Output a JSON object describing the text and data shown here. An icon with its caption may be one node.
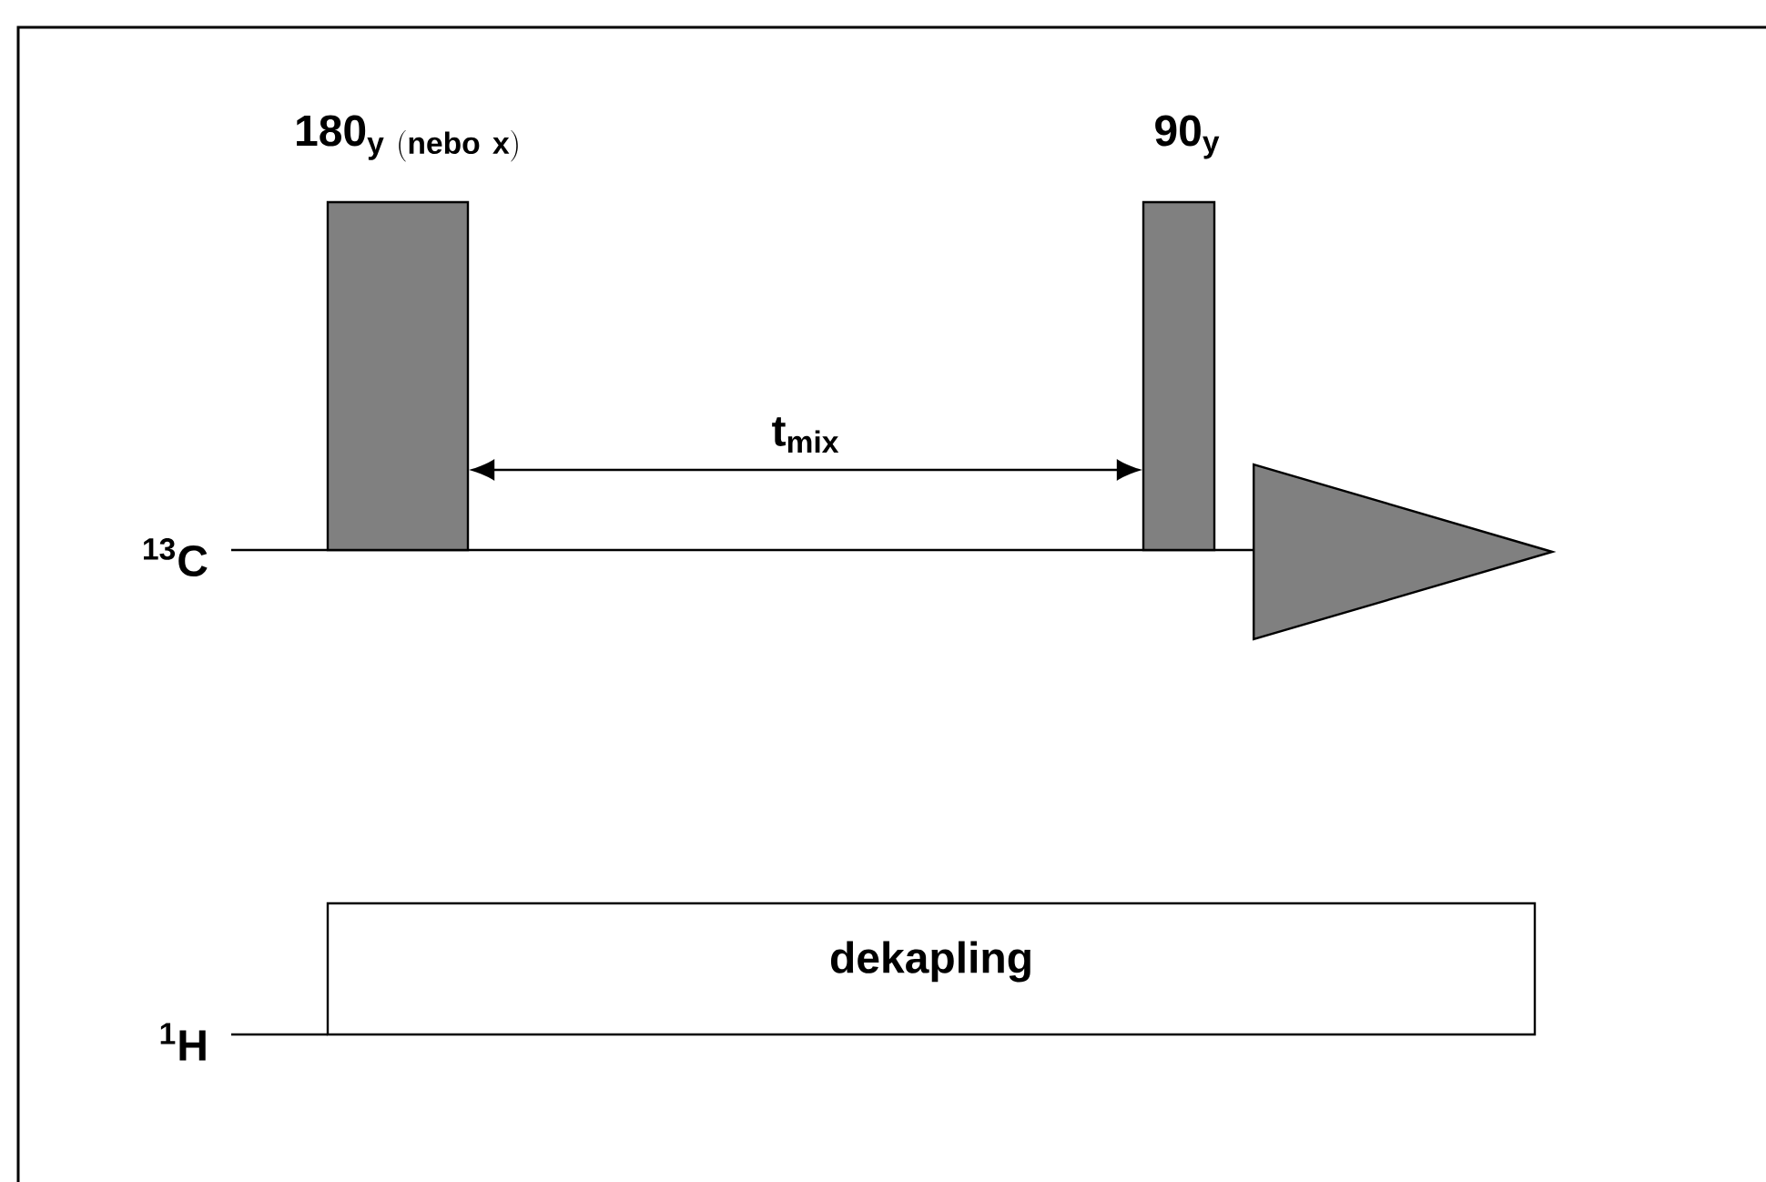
{
  "diagram": {
    "nodes": [
      {
        "text": [
          "\\mathbf{180}_{\\mathbf{y\\ (nebo\\ x)}}"
        ]
      },
      {
        "text": [
          "90$_{y}$"
        ]
      },
      {
        "text": [],
        "shape": "triangle"
      },
      {
        "text": [
          "dekapling"
        ]
      }
    ],
    "edges": [
      {
        "from": 0,
        "to": 1,
        "arrow": "both",
        "label": "t$_{mix}$"
      }
    ],
    "labels": [
      "$^{13}$C",
      "$^{1}$H"
    ]
  }
}
